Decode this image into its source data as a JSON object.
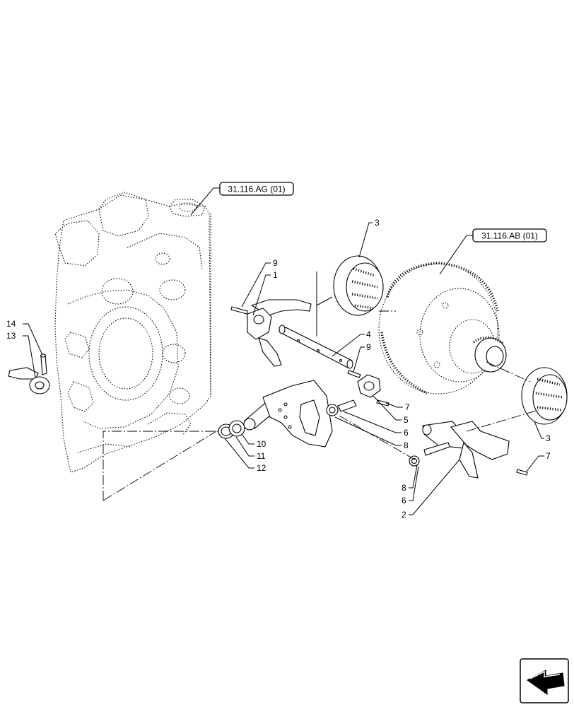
{
  "references": [
    {
      "id": "ref-housing",
      "text": "31.116.AG (01)"
    },
    {
      "id": "ref-gear",
      "text": "31.116.AB (01)"
    }
  ],
  "callouts": [
    {
      "id": "c9a",
      "text": "9"
    },
    {
      "id": "c1",
      "text": "1"
    },
    {
      "id": "c3a",
      "text": "3"
    },
    {
      "id": "c4",
      "text": "4"
    },
    {
      "id": "c9b",
      "text": "9"
    },
    {
      "id": "c7a",
      "text": "7"
    },
    {
      "id": "c5",
      "text": "5"
    },
    {
      "id": "c6a",
      "text": "6"
    },
    {
      "id": "c8a",
      "text": "8"
    },
    {
      "id": "c14",
      "text": "14"
    },
    {
      "id": "c13",
      "text": "13"
    },
    {
      "id": "c10",
      "text": "10"
    },
    {
      "id": "c11",
      "text": "11"
    },
    {
      "id": "c12",
      "text": "12"
    },
    {
      "id": "c3b",
      "text": "3"
    },
    {
      "id": "c7b",
      "text": "7"
    },
    {
      "id": "c8b",
      "text": "8"
    },
    {
      "id": "c6b",
      "text": "6"
    },
    {
      "id": "c2",
      "text": "2"
    }
  ]
}
